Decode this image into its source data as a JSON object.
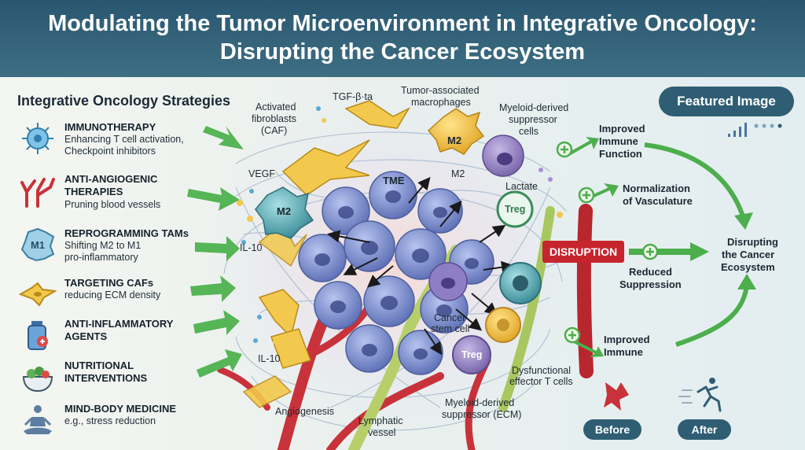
{
  "header": {
    "title_line1": "Modulating the Tumor Microenvironment in Integrative Oncology:",
    "title_line2": "Disrupting the Cancer Ecosystem"
  },
  "sidebar": {
    "title": "Integrative Oncology Strategies",
    "items": [
      {
        "title": "IMMUNOTHERAPY",
        "desc_line1": "Enhancing T cell activation,",
        "desc_line2": "Checkpoint inhibitors",
        "icon": "t-cell-icon"
      },
      {
        "title_line1": "ANTI-ANGIOGENIC",
        "title_line2": "THERAPIES",
        "desc_line1": "Pruning blood vessels",
        "icon": "blood-vessel-icon"
      },
      {
        "title": "REPROGRAMMING TAMs",
        "desc_line1": "Shifting M2 to M1",
        "desc_line2": "pro-inflammatory",
        "icon": "macrophage-m1-icon",
        "icon_label": "M1"
      },
      {
        "title": "TARGETING CAFs",
        "desc_line1": "reducing ECM density",
        "icon": "fibroblast-icon"
      },
      {
        "title_line1": "ANTI-INFLAMMATORY",
        "title_line2": "AGENTS",
        "icon": "medicine-bottle-icon"
      },
      {
        "title_line1": "NUTRITIONAL",
        "title_line2": "INTERVENTIONS",
        "icon": "salad-bowl-icon"
      },
      {
        "title": "MIND-BODY MEDICINE",
        "desc_line1": "e.g., stress reduction",
        "icon": "meditation-icon"
      }
    ]
  },
  "diagram": {
    "labels": {
      "caf_1": "Activated",
      "caf_2": "fibroblasts",
      "caf_3": "(CAF)",
      "tgf": "TGF-β·ta",
      "tam_1": "Tumor-associated",
      "tam_2": "macrophages",
      "mdsc_1": "Myeloid-derived",
      "mdsc_2": "suppressor",
      "mdsc_3": "cells",
      "vegf": "VEGF",
      "tme": "TME",
      "m2_small": "M2",
      "m2_top": "M2",
      "m2_left": "M2",
      "lactate": "Lactate",
      "treg_top": "Treg",
      "treg_bottom": "Treg",
      "il10_a": "IL-10",
      "il10_b": "IL-10",
      "csc_1": "Cancer",
      "csc_2": "stem cell",
      "dys_1": "Dysfunctional",
      "dys_2": "effector T cells",
      "mdsc_ecm_1": "Myeloid-derived",
      "mdsc_ecm_2": "suppressor (ECM)",
      "angiogenesis": "Angiogenesis",
      "lymph_1": "Lymphatic",
      "lymph_2": "vessel",
      "disruption": "DISRUPTION"
    },
    "outcomes": {
      "o1_1": "Improved",
      "o1_2": "Immune",
      "o1_3": "Function",
      "o2_1": "Normalization",
      "o2_2": "of Vasculature",
      "o3_1": "Reduced",
      "o3_2": "Suppression",
      "o4_1": "Improved",
      "o4_2": "Immune",
      "final_1": "Disrupting",
      "final_2": "the Cancer",
      "final_3": "Ecosystem"
    }
  },
  "badges": {
    "featured": "Featured Image",
    "before": "Before",
    "after": "After"
  },
  "colors": {
    "header": "#2f5e74",
    "arrow_green": "#4cae4c",
    "disruption_red": "#c7252e",
    "cancer_cell": "#7b8fd1",
    "macrophage_yellow": "#f4c64a",
    "vessel_red": "#c8323a"
  }
}
